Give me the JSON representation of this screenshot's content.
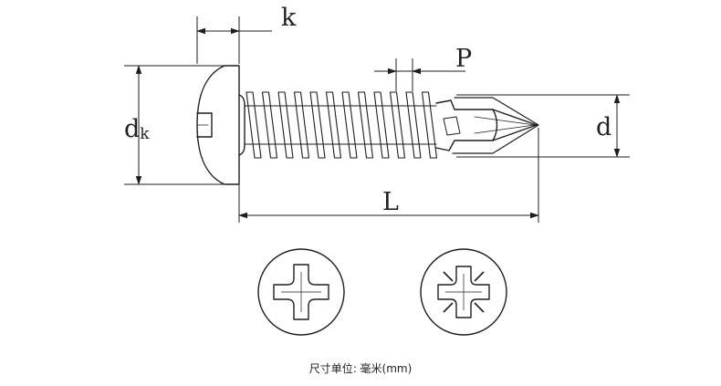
{
  "labels": {
    "k": "k",
    "p": "P",
    "dk_main": "d",
    "dk_sub": "k",
    "d": "d",
    "l": "L"
  },
  "caption": "尺寸单位: 毫米(mm)",
  "drive_types": [
    "phillips-cross-recess",
    "pozidriv-cross-recess"
  ],
  "colors": {
    "line": "#1e1e1e",
    "background": "#ffffff"
  }
}
